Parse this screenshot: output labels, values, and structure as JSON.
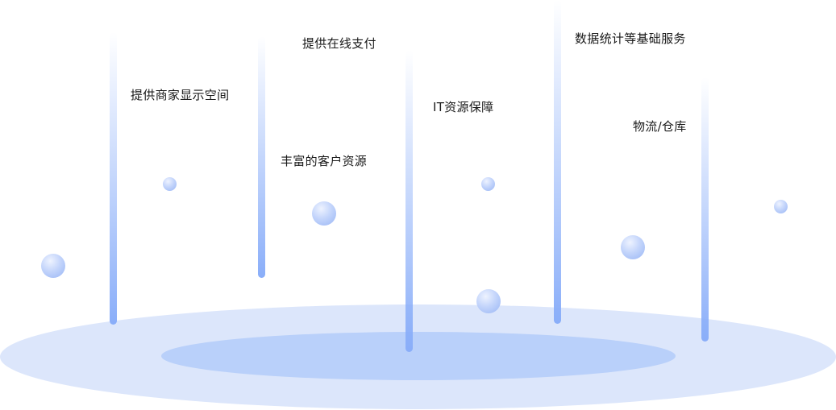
{
  "labels": {
    "display_space": "提供商家显示空间",
    "online_payment": "提供在线支付",
    "customer_resources": "丰富的客户资源",
    "it_assurance": "IT资源保障",
    "data_services": "数据统计等基础服务",
    "logistics": "物流/仓库"
  },
  "colors": {
    "outer_platform": "#dce6fb",
    "inner_platform": "#b9d0fa",
    "pillar": "#8aaef9",
    "orb": "#a9c0f7",
    "text": "#1a1a1a"
  }
}
